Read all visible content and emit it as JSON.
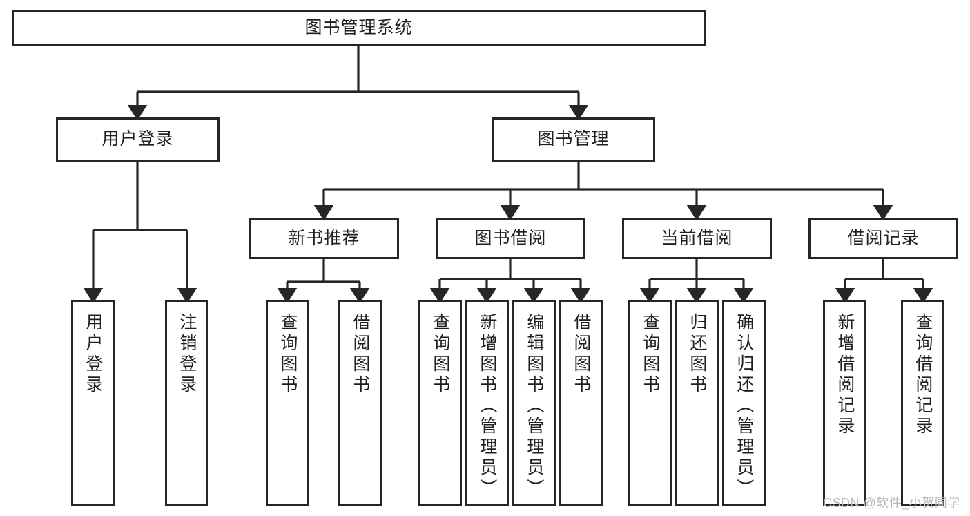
{
  "diagram": {
    "title": "图书管理系统",
    "type": "tree-hierarchy-diagram",
    "root": {
      "label": "图书管理系统"
    },
    "level2": [
      {
        "label": "用户登录"
      },
      {
        "label": "图书管理"
      }
    ],
    "level3": [
      {
        "label": "新书推荐"
      },
      {
        "label": "图书借阅"
      },
      {
        "label": "当前借阅"
      },
      {
        "label": "借阅记录"
      }
    ],
    "leaves": {
      "user_login": [
        {
          "label": "用户登录"
        },
        {
          "label": "注销登录"
        }
      ],
      "new_book_recommend": [
        {
          "label": "查询图书"
        },
        {
          "label": "借阅图书"
        }
      ],
      "book_borrow": [
        {
          "label": "查询图书"
        },
        {
          "label": "新增图书（管理员）"
        },
        {
          "label": "编辑图书（管理员）"
        },
        {
          "label": "借阅图书"
        }
      ],
      "current_borrow": [
        {
          "label": "查询图书"
        },
        {
          "label": "归还图书"
        },
        {
          "label": "确认归还（管理员）"
        }
      ],
      "borrow_records": [
        {
          "label": "新增借阅记录"
        },
        {
          "label": "查询借阅记录"
        }
      ]
    }
  },
  "watermark": {
    "text": "CSDN @软件_小贺同学"
  },
  "colors": {
    "stroke": "#262626",
    "text": "#1f1f1f",
    "background": "#ffffff",
    "watermark": "#b9b9b9"
  }
}
